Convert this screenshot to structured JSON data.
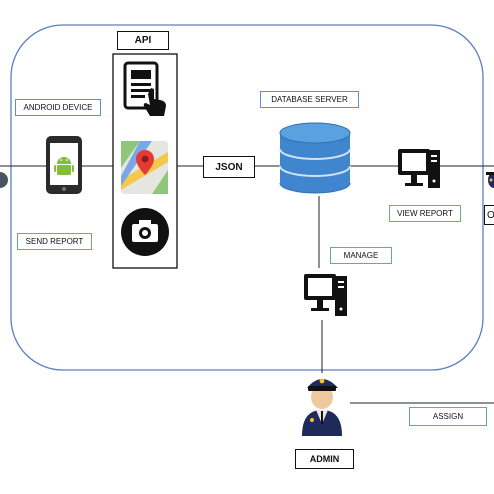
{
  "labels": {
    "api": "API",
    "android_device": "ANDROID DEVICE",
    "send_report": "SEND REPORT",
    "json": "JSON",
    "database_server": "DATABASE SERVER",
    "view_report": "VIEW REPORT",
    "manage": "MANAGE",
    "assign": "ASSIGN",
    "admin": "ADMIN",
    "officer_partial": "O"
  },
  "icons": [
    "user-partial-icon",
    "android-phone-icon",
    "document-tap-icon",
    "map-pin-icon",
    "camera-icon",
    "database-icon",
    "monitor-icon",
    "police-officer-icon"
  ],
  "colors": {
    "boundary": "#5b7fc4",
    "label_blue_border": "#5b8fd0",
    "label_green_border": "#66b27a",
    "database_blue": "#3f86cf"
  }
}
